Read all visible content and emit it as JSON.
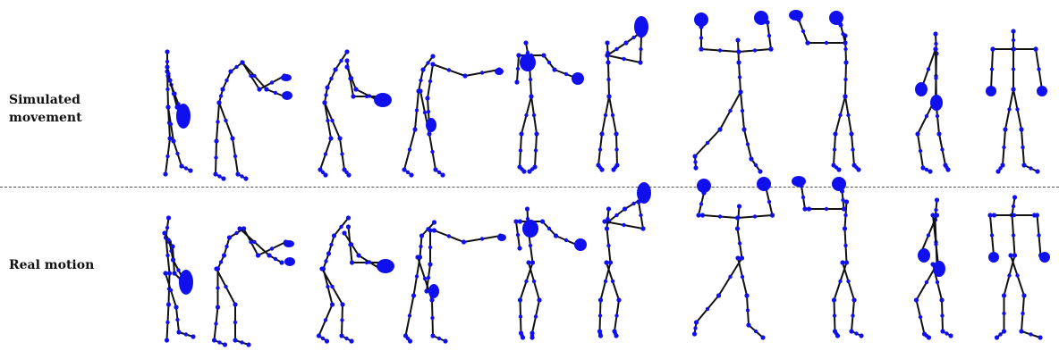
{
  "rows": [
    {
      "label": "Simulated\nmovement"
    },
    {
      "label": "Real motion"
    }
  ],
  "colors": {
    "bone": "#111111",
    "joint": "#1010ee",
    "divider": "#555555"
  },
  "poses": [
    "stand-side-left",
    "bend-reach-down",
    "bend-reach-down",
    "bend-reach-forward",
    "stand-arm-reach-forward",
    "stand-arm-raise-up",
    "arms-raised-side",
    "arms-raised-side-stand",
    "stand-side-arms-down",
    "stand-front-arms-down"
  ]
}
